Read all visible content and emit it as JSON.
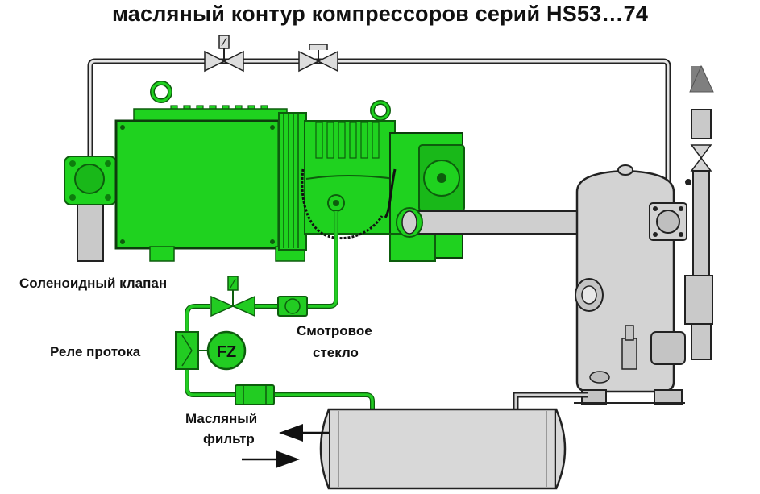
{
  "title": "масляный контур компрессоров серий HS53…74",
  "labels": {
    "solenoid_valve": "Соленоидный клапан",
    "flow_relay": "Реле протока",
    "sight_glass_line1": "Смотровое",
    "sight_glass_line2": "стекло",
    "oil_filter_line1": "Масляный",
    "oil_filter_line2": "фильтр",
    "fz": "FZ"
  },
  "colors": {
    "compressor": "#1fd21f",
    "compressor_dark": "#0d7d0d",
    "oil_line": "#22cc22",
    "vessel": "#d3d3d3",
    "outline": "#222222"
  }
}
